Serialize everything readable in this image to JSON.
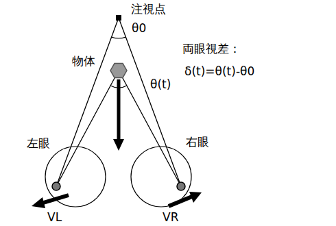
{
  "diagram": {
    "labels": [
      "注視点",
      "θ0",
      "両眼視差：",
      "δ(t)=θ(t)-θ0",
      "物体",
      "θ(t)",
      "左眼",
      "右眼",
      "VL",
      "VR"
    ]
  }
}
